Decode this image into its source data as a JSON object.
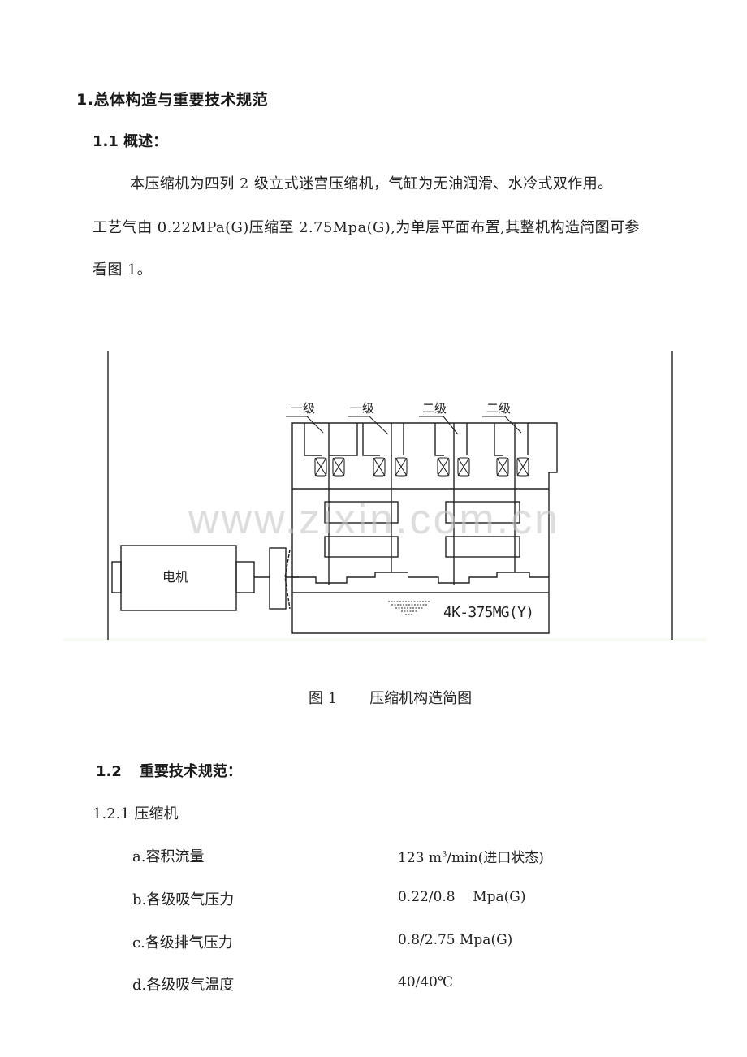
{
  "section1": {
    "heading": "1.总体构造与重要技术规范",
    "sub": {
      "heading": "1.1 概述：",
      "paragraph_lines": [
        "本压缩机为四列 2 级立式迷宫压缩机，气缸为无油润滑、水冷式双作用。",
        "工艺气由 0.22MPa(G)压缩至 2.75Mpa(G),为单层平面布置,其整机构造简图可参",
        "看图 1。"
      ]
    }
  },
  "figure1": {
    "stage_labels": [
      "一级",
      "一级",
      "二级",
      "二级"
    ],
    "motor_label": "电机",
    "model_label": "4K-375MG(Y)",
    "watermark": "www.zixin.com.cn",
    "caption_number": "图 1",
    "caption_title": "压缩机构造简图"
  },
  "section12": {
    "number": "1.2",
    "heading": "重要技术规范：",
    "subsection": "1.2.1 压缩机",
    "specs": [
      {
        "label": "a.容积流量",
        "value_prefix": "123 m",
        "value_sup": "3",
        "value_suffix": "/min(进口状态)"
      },
      {
        "label": "b.各级吸气压力",
        "value": "0.22/0.8    Mpa(G)"
      },
      {
        "label": "c.各级排气压力",
        "value": "0.8/2.75 Mpa(G)"
      },
      {
        "label": "d.各级吸气温度",
        "value": "40/40℃"
      }
    ]
  },
  "colors": {
    "text": "#1a1a1a",
    "line": "#222222",
    "watermark": "#c8c8c8"
  }
}
